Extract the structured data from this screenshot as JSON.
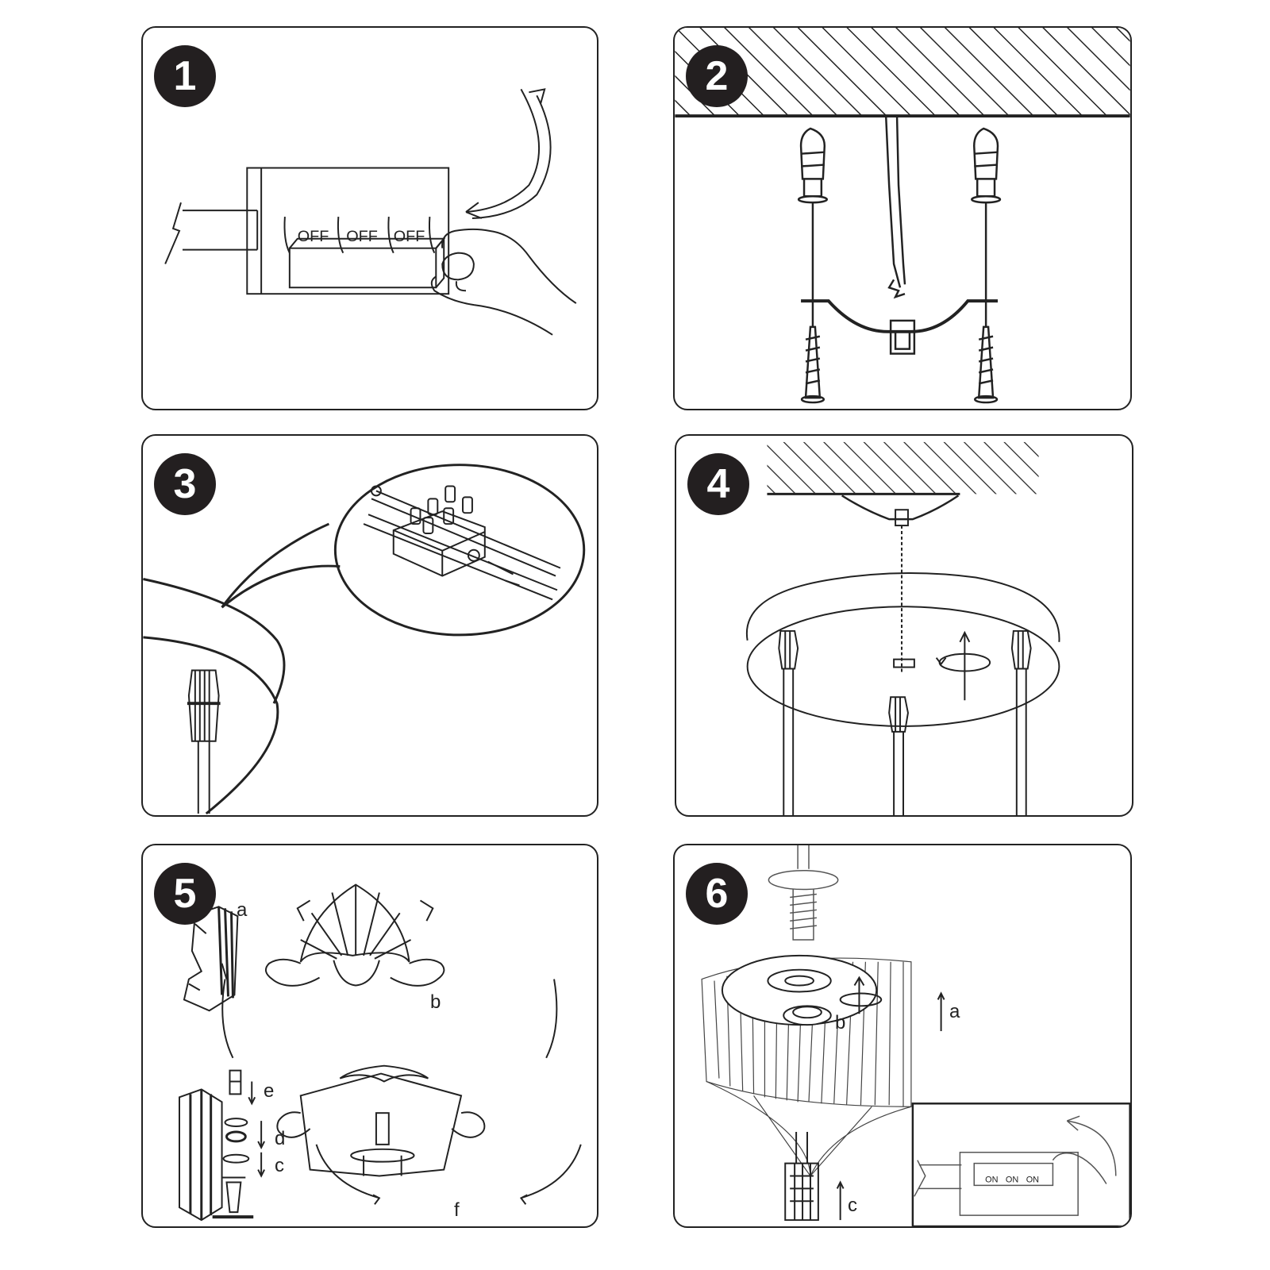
{
  "steps": [
    {
      "number": "1",
      "switch_labels": [
        "OFF",
        "OFF",
        "OFF"
      ]
    },
    {
      "number": "2"
    },
    {
      "number": "3"
    },
    {
      "number": "4"
    },
    {
      "number": "5",
      "labels": {
        "a": "a",
        "b": "b",
        "c": "c",
        "d": "d",
        "e": "e",
        "f": "f"
      }
    },
    {
      "number": "6",
      "labels": {
        "a": "a",
        "b": "b",
        "c": "c"
      },
      "switch_labels": [
        "ON",
        "ON",
        "ON"
      ]
    }
  ]
}
